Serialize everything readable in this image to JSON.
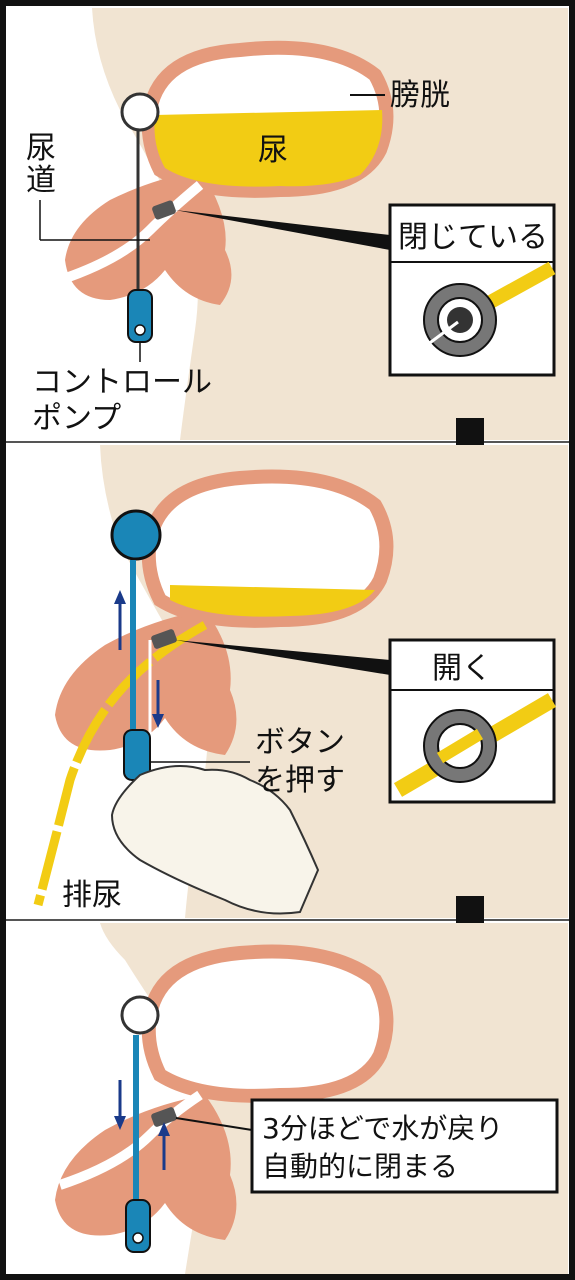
{
  "panel1": {
    "bladder_label": "膀胱",
    "urine_label": "尿",
    "urethra_label_line1": "尿",
    "urethra_label_line2": "道",
    "pump_label_line1": "コントロール",
    "pump_label_line2": "ポンプ",
    "callout_label": "閉じている"
  },
  "panel2": {
    "callout_label": "開く",
    "button_label_line1": "ボタン",
    "button_label_line2": "を押す",
    "urination_label": "排尿"
  },
  "panel3": {
    "callout_label_line1": "3分ほどで水が戻り",
    "callout_label_line2": "自動的に閉まる"
  },
  "colors": {
    "beige": "#f1e4d2",
    "tissue": "#e59a7c",
    "urine": "#f2cc14",
    "device_blue": "#1a86b7",
    "cuff_gray": "#777777",
    "arrow": "#111111"
  }
}
